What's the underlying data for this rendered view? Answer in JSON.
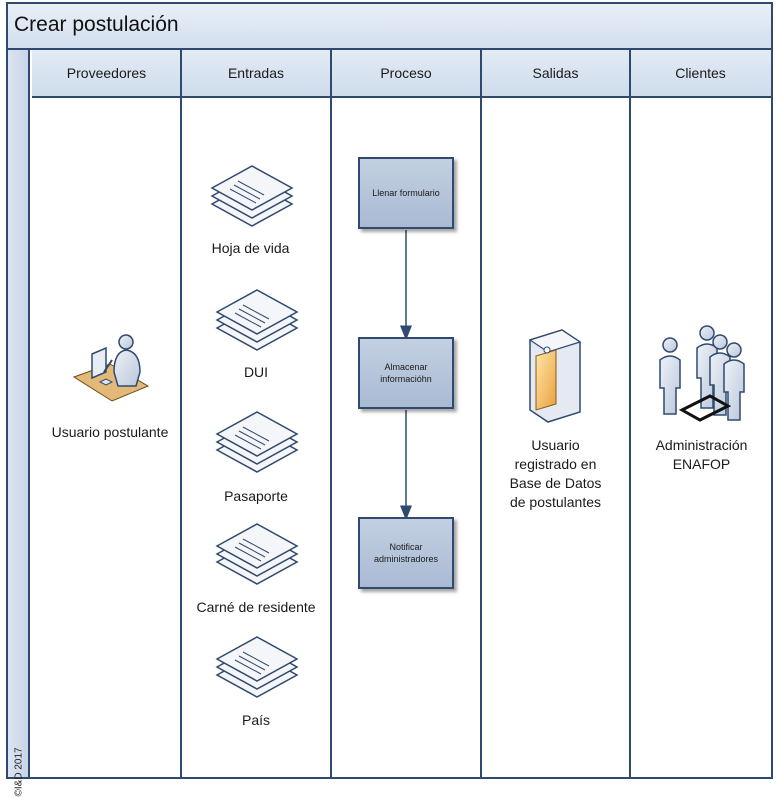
{
  "title": "Crear postulación",
  "copyright": "©I&D 2017",
  "lanes": [
    {
      "header": "Proveedores"
    },
    {
      "header": "Entradas"
    },
    {
      "header": "Proceso"
    },
    {
      "header": "Salidas"
    },
    {
      "header": "Clientes"
    }
  ],
  "proveedores": {
    "label": "Usuario postulante",
    "icon": "person-at-computer-icon"
  },
  "entradas": [
    {
      "label": "Hoja de vida",
      "icon": "document-stack-icon"
    },
    {
      "label": "DUI",
      "icon": "document-stack-icon"
    },
    {
      "label": "Pasaporte",
      "icon": "document-stack-icon"
    },
    {
      "label": "Carné de residente",
      "icon": "document-stack-icon"
    },
    {
      "label": "País",
      "icon": "document-stack-icon"
    }
  ],
  "proceso": [
    {
      "label": "Llenar formulario"
    },
    {
      "label": "Almacenar informacióhn"
    },
    {
      "label": "Notificar administradores"
    }
  ],
  "salidas": {
    "label_lines": [
      "Usuario",
      "registrado en",
      "Base de Datos",
      "de postulantes"
    ],
    "icon": "database-server-icon"
  },
  "clientes": {
    "label_lines": [
      "Administración",
      "ENAFOP"
    ],
    "icon": "people-group-icon"
  },
  "colors": {
    "border": "#2f4a6e",
    "header": "#d3dfee",
    "process_box": "#b5c4da"
  }
}
